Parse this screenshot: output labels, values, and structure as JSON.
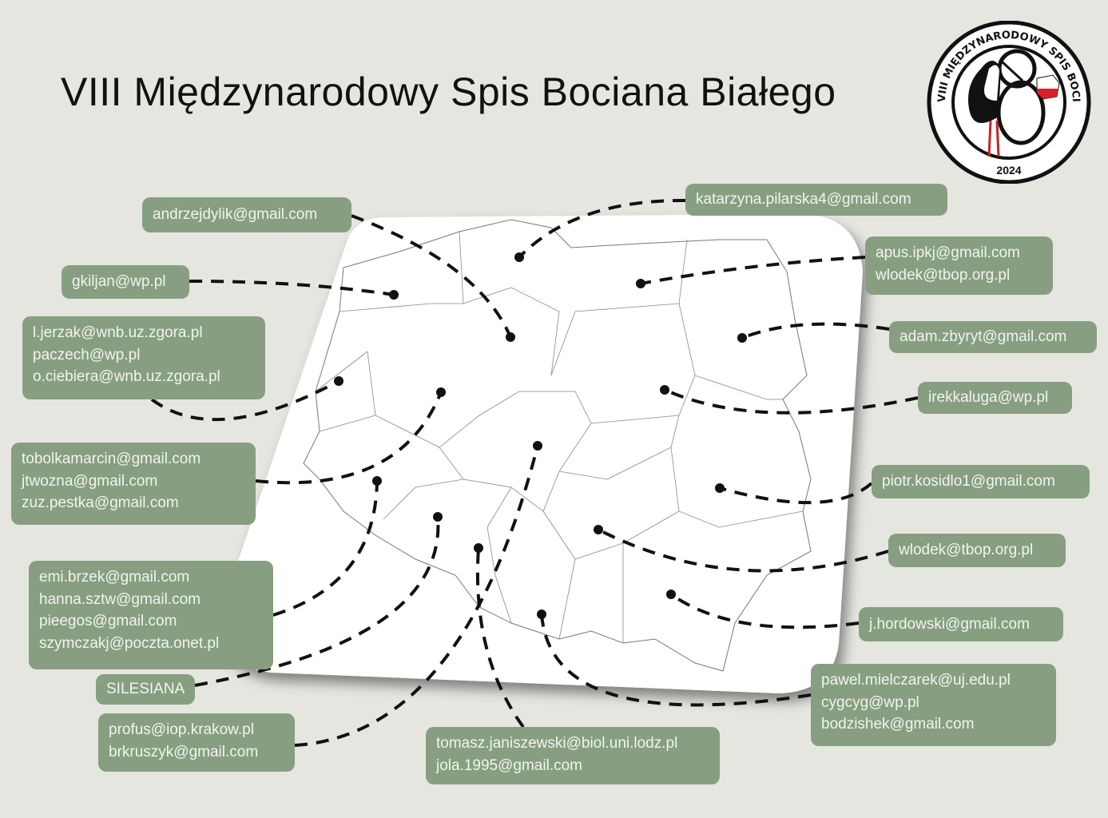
{
  "title": "VIII Międzynarodowy Spis Bociana Białego",
  "logo": {
    "ring_text": "VIII MIĘDZYNARODOWY SPIS BOCIANA BIAŁEGO",
    "year": "2024"
  },
  "colors": {
    "background": "#e6e6e1",
    "box": "#879f80",
    "box_text": "#f2f4ef",
    "map": "#ffffff",
    "flag_red": "#d9202a"
  },
  "contacts": [
    {
      "id": "andrzejdylik",
      "emails": [
        "andrzejdylik@gmail.com"
      ]
    },
    {
      "id": "katarzyna",
      "emails": [
        "katarzyna.pilarska4@gmail.com"
      ]
    },
    {
      "id": "gkiljan",
      "emails": [
        "gkiljan@wp.pl"
      ]
    },
    {
      "id": "apus",
      "emails": [
        "apus.ipkj@gmail.com",
        "wlodek@tbop.org.pl"
      ]
    },
    {
      "id": "jerzak",
      "emails": [
        "l.jerzak@wnb.uz.zgora.pl",
        "paczech@wp.pl",
        "o.ciebiera@wnb.uz.zgora.pl"
      ]
    },
    {
      "id": "zbyryt",
      "emails": [
        "adam.zbyryt@gmail.com"
      ]
    },
    {
      "id": "irekkaluga",
      "emails": [
        "irekkaluga@wp.pl"
      ]
    },
    {
      "id": "tobolka",
      "emails": [
        "tobolkamarcin@gmail.com",
        "jtwozna@gmail.com",
        "zuz.pestka@gmail.com"
      ]
    },
    {
      "id": "kosidlo",
      "emails": [
        "piotr.kosidlo1@gmail.com"
      ]
    },
    {
      "id": "wlodek2",
      "emails": [
        "wlodek@tbop.org.pl"
      ]
    },
    {
      "id": "emi",
      "emails": [
        "emi.brzek@gmail.com",
        "hanna.sztw@gmail.com",
        "pieegos@gmail.com",
        "szymczakj@poczta.onet.pl"
      ]
    },
    {
      "id": "hordowski",
      "emails": [
        "j.hordowski@gmail.com"
      ]
    },
    {
      "id": "silesiana",
      "emails": [
        "SILESIANA"
      ]
    },
    {
      "id": "mielczarek",
      "emails": [
        "pawel.mielczarek@uj.edu.pl",
        "cygcyg@wp.pl",
        "bodzishek@gmail.com"
      ]
    },
    {
      "id": "profus",
      "emails": [
        "profus@iop.krakow.pl",
        "brkruszyk@gmail.com"
      ]
    },
    {
      "id": "janiszewski",
      "emails": [
        "tomasz.janiszewski@biol.uni.lodz.pl",
        "jola.1995@gmail.com"
      ]
    }
  ]
}
